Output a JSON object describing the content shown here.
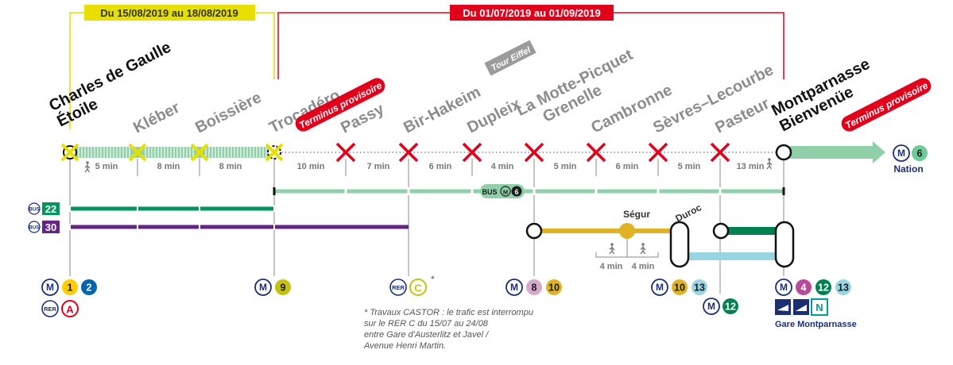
{
  "periods": [
    {
      "label": "Du 15/08/2019 au 18/08/2019",
      "color": "#e6df00"
    },
    {
      "label": "Du 01/07/2019 au 01/09/2019",
      "color": "#e2001a"
    }
  ],
  "stations": [
    {
      "line1": "Charles de Gaulle",
      "line2": "Étoile",
      "status": "closed-short",
      "style": "bold"
    },
    {
      "line1": "Kléber",
      "line2": "",
      "status": "closed-short",
      "style": "grey"
    },
    {
      "line1": "Boissière",
      "line2": "",
      "status": "closed-short",
      "style": "grey"
    },
    {
      "line1": "Trocadéro",
      "line2": "",
      "status": "closed-short-terminus",
      "style": "grey"
    },
    {
      "line1": "Passy",
      "line2": "",
      "status": "closed",
      "style": "grey"
    },
    {
      "line1": "Bir-Hakeim",
      "line2": "",
      "status": "closed",
      "style": "grey"
    },
    {
      "line1": "Dupleix",
      "line2": "",
      "status": "closed",
      "style": "grey"
    },
    {
      "line1": "La Motte-Picquet",
      "line2": "Grenelle",
      "status": "closed",
      "style": "grey"
    },
    {
      "line1": "Cambronne",
      "line2": "",
      "status": "closed",
      "style": "grey"
    },
    {
      "line1": "Sèvres–Lecourbe",
      "line2": "",
      "status": "closed",
      "style": "grey"
    },
    {
      "line1": "Pasteur",
      "line2": "",
      "status": "closed",
      "style": "grey"
    },
    {
      "line1": "Montparnasse",
      "line2": "Bienvenüe",
      "status": "open-terminus",
      "style": "bold"
    }
  ],
  "terminus_label": "Terminus provisoire",
  "tour_eiffel_label": "Tour Eiffel",
  "segment_times": [
    "5 min",
    "8 min",
    "8 min",
    "10 min",
    "7 min",
    "6 min",
    "4 min",
    "5 min",
    "6 min",
    "5 min",
    "13 min"
  ],
  "walk_icon": "pedestrian-icon",
  "destination": {
    "line": "6",
    "name": "Nation"
  },
  "replacement_bus": {
    "mode": "BUS",
    "metro_line": "6"
  },
  "bus_lines": [
    {
      "number": "22",
      "color": "#00965e"
    },
    {
      "number": "30",
      "color": "#662483"
    }
  ],
  "alt_route": {
    "segur_label": "Ségur",
    "duroc_label": "Duroc",
    "walk_times": [
      "4 min",
      "4 min"
    ],
    "line10_color": "#e0b324",
    "line12_color": "#00814f",
    "line13_color": "#98d4e2"
  },
  "correspondences": {
    "etoile": {
      "metro": [
        "1",
        "2"
      ],
      "rer": [
        "A"
      ]
    },
    "trocadero": {
      "metro": [
        "9"
      ]
    },
    "bir_hakeim": {
      "rer": [
        "C"
      ],
      "asterisk": "*"
    },
    "motte_picquet": {
      "metro": [
        "8",
        "10"
      ]
    },
    "duroc": {
      "metro": [
        "10",
        "13"
      ]
    },
    "pasteur": {
      "metro": [
        "12"
      ]
    },
    "montparnasse": {
      "metro": [
        "4",
        "12",
        "13"
      ],
      "train": [
        "N"
      ],
      "station_label": "Gare Montparnasse"
    }
  },
  "line_colors": {
    "1": "#ffcd00",
    "2": "#0064b0",
    "4": "#bb4a9b",
    "6": "#6eca97",
    "8": "#d5a9cc",
    "9": "#c5c10e",
    "10": "#e0b324",
    "12": "#00814f",
    "13": "#98d4e2",
    "A": "#e2001a",
    "C": "#c5c10e",
    "N": "#00a092"
  },
  "labels": {
    "bus": "BUS",
    "rer": "RER",
    "metro": "M",
    "walk": "pedestrian-icon"
  },
  "castor_note": [
    "* Travaux CASTOR : le trafic est interrompu",
    "sur le RER C du 15/07 au 24/08",
    "entre Gare d'Austerlitz et Javel /",
    "Avenue Henri Martin."
  ]
}
